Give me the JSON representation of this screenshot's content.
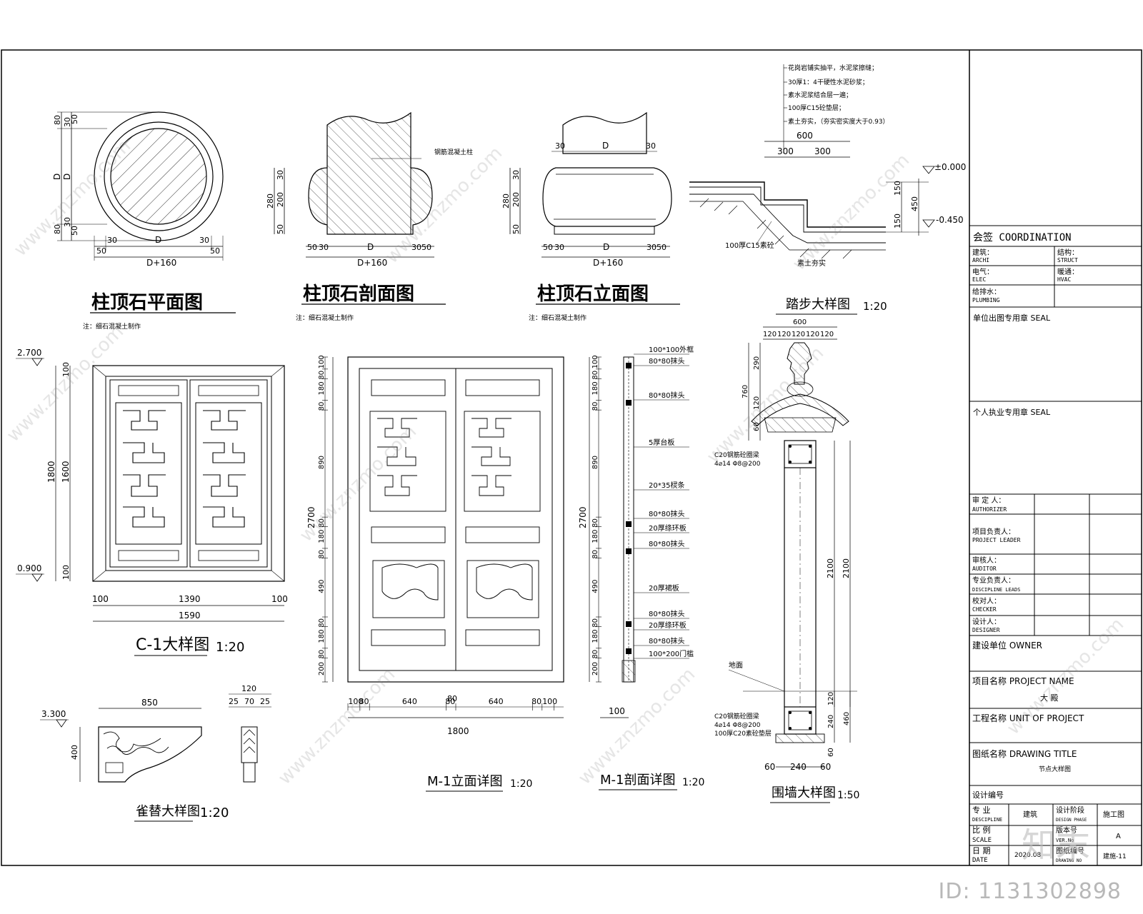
{
  "capital_plan": {
    "title": "柱顶石平面图",
    "note": "注：细石混凝土制作",
    "dims": {
      "v80a": "80",
      "v30a": "30",
      "v50a": "50",
      "vD1": "D",
      "vD2": "D",
      "v30b": "30",
      "v80b": "80",
      "v50b": "50",
      "h30a": "30",
      "hD": "D",
      "h30b": "30",
      "h50a": "50",
      "h50b": "50",
      "hD160": "D+160"
    }
  },
  "capital_section": {
    "title": "柱顶石剖面图",
    "note": "注：细石混凝土制作",
    "leader": "钢筋混凝土柱",
    "dims": {
      "v30": "30",
      "v280": "280",
      "v200": "200",
      "v50": "50",
      "h50": "50",
      "h30": "30",
      "hD": "D",
      "h3050": "3050",
      "hD160": "D+160"
    }
  },
  "capital_elevation": {
    "title": "柱顶石立面图",
    "note": "注：细石混凝土制作",
    "dims": {
      "t30a": "30",
      "tD": "D",
      "t30b": "30",
      "v30": "30",
      "v280": "280",
      "v200": "200",
      "v50": "50",
      "h50": "50",
      "h30": "30",
      "hD": "D",
      "h3050": "3050",
      "hD160": "D+160"
    }
  },
  "step_detail": {
    "title": "踏步大样图",
    "scale": "1:20",
    "notes": [
      "花岗岩铺实抽平，水泥浆擦缝；",
      "30厚1：4干硬性水泥砂浆；",
      "素水泥浆结合层一遍；",
      "100厚C15砼垫层；",
      "素土夯实，（夯实密实度大于0.93）"
    ],
    "dims": {
      "w600": "600",
      "w300a": "300",
      "w300b": "300",
      "lvl0": "±0.000",
      "lvl450": "-0.450",
      "v150a": "150",
      "v150b": "150",
      "v450": "450",
      "base": "100厚C15素砼",
      "soil": "素土夯实"
    }
  },
  "window_c1": {
    "title": "C-1大样图",
    "scale": "1:20",
    "dims": {
      "lvl_top": "2.700",
      "lvl_bot": "0.900",
      "v100a": "100",
      "v1800": "1800",
      "v1600": "1600",
      "v100b": "100",
      "h100a": "100",
      "h1390": "1390",
      "h100b": "100",
      "h1590": "1590"
    }
  },
  "bracket": {
    "title": "雀替大样图",
    "scale": "1:20",
    "dims": {
      "lvl": "3.300",
      "w850": "850",
      "h400": "400",
      "t120": "120",
      "t25a": "25",
      "t70": "70",
      "t25b": "25"
    }
  },
  "door_elevation": {
    "title": "M-1立面详图",
    "scale": "1:20",
    "vdims": [
      "100",
      "80",
      "180",
      "80",
      "890",
      "80",
      "180",
      "80",
      "490",
      "80",
      "180",
      "80",
      "200"
    ],
    "v2700": "2700",
    "hdims": [
      "100",
      "80",
      "640",
      "80",
      "640",
      "80",
      "100"
    ],
    "h80top": "80",
    "h1800": "1800"
  },
  "door_section": {
    "title": "M-1剖面详图",
    "scale": "1:20",
    "vdims": [
      "100",
      "80",
      "180",
      "80",
      "890",
      "80",
      "180",
      "80",
      "490",
      "80",
      "180",
      "80",
      "200"
    ],
    "v2700": "2700",
    "h100": "100",
    "callouts": [
      "100*100外框",
      "80*80抹头",
      "80*80抹头",
      "5厚台板",
      "20*35棂条",
      "80*80抹头",
      "20厚绦环板",
      "80*80抹头",
      "20厚裙板",
      "80*80抹头",
      "20厚绦环板",
      "80*80抹头",
      "100*200门槛"
    ]
  },
  "wall_detail": {
    "title": "围墙大样图",
    "scale": "1:50",
    "top": {
      "w600": "600",
      "t120a": "120",
      "t120b": "120",
      "t120c": "120",
      "t120d": "120",
      "t120e": "120"
    },
    "vdims": {
      "v290": "290",
      "v760": "760",
      "v120": "120",
      "v60": "60",
      "v2100a": "2100",
      "v2100b": "2100",
      "v120b": "120",
      "v240": "240",
      "v460": "460",
      "v60b": "60"
    },
    "beam_top": {
      "l1": "C20钢筋砼圈梁",
      "l2": "4⌀14  Φ8@200"
    },
    "beam_bot": {
      "l1": "C20钢筋砼圈梁",
      "l2": "4⌀14  Φ8@200",
      "l3": "100厚C20素砼垫层"
    },
    "ground": "地面",
    "bottom": {
      "b60a": "60",
      "b240": "240",
      "b60b": "60"
    }
  },
  "title_block": {
    "coordination": "会签 COORDINATION",
    "archi_cn": "建筑：",
    "archi_en": "ARCHI",
    "struct_cn": "结构：",
    "struct_en": "STRUCT",
    "elec_cn": "电气：",
    "elec_en": "ELEC",
    "hvac_cn": "暖通：",
    "hvac_en": "HVAC",
    "plumb_cn": "给排水：",
    "plumb_en": "PLUMBING",
    "seal_unit": "单位出图专用章 SEAL",
    "seal_person": "个人执业专用章 SEAL",
    "authorizer_cn": "审 定 人：",
    "authorizer_en": "AUTHORIZER",
    "leader_cn": "项目负责人：",
    "leader_en": "PROJECT LEADER",
    "auditor_cn": "审核人：",
    "auditor_en": "AUDITOR",
    "leads_cn": "专业负责人：",
    "leads_en": "DISCIPLINE LEADS",
    "checker_cn": "校对人：",
    "checker_en": "CHECKER",
    "designer_cn": "设计人：",
    "designer_en": "DESIGNER",
    "owner": "建设单位 OWNER",
    "project_name_label": "项目名称 PROJECT NAME",
    "project_name": "大  殿",
    "unit_label": "工程名称 UNIT OF PROJECT",
    "drawing_title_label": "图纸名称 DRAWING TITLE",
    "drawing_title": "节点大样图",
    "design_no": "设计编号",
    "discipline_cn": "专   业",
    "discipline_en": "DESCIPLINE",
    "discipline_val": "建筑",
    "phase_cn": "设计阶段",
    "phase_en": "DESIGN PHASE",
    "phase_val": "施工图",
    "scale_cn": "比   例",
    "scale_en": "SCALE",
    "ver_cn": "版本号",
    "ver_en": "VER.No",
    "ver_val": "A",
    "date_cn": "日   期",
    "date_en": "DATE",
    "date_val": "2020.08",
    "dwgno_cn": "图纸编号",
    "dwgno_en": "DRAWING NO",
    "dwgno_val": "建施-11"
  },
  "watermark": "www.znzmo.com",
  "brand": "知末",
  "id_line": "ID: 1131302898"
}
